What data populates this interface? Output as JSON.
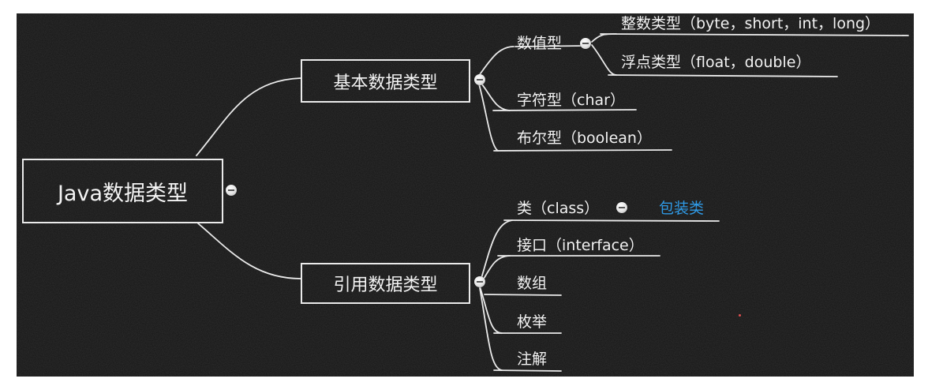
{
  "root": {
    "label": "Java数据类型"
  },
  "branches": [
    {
      "label": "基本数据类型",
      "children": [
        {
          "label": "数值型",
          "children": [
            {
              "label": "整数类型（byte，short，int，long）"
            },
            {
              "label": "浮点类型（float，double）"
            }
          ]
        },
        {
          "label": "字符型（char）"
        },
        {
          "label": "布尔型（boolean）"
        }
      ]
    },
    {
      "label": "引用数据类型",
      "children": [
        {
          "label": "类（class）",
          "tag": "包装类"
        },
        {
          "label": "接口（interface）"
        },
        {
          "label": "数组"
        },
        {
          "label": "枚举"
        },
        {
          "label": "注解"
        }
      ]
    }
  ],
  "colors": {
    "background": "#141414",
    "line": "#eaeaea",
    "text": "#f2f2f2",
    "tag": "#2f9ae6"
  }
}
